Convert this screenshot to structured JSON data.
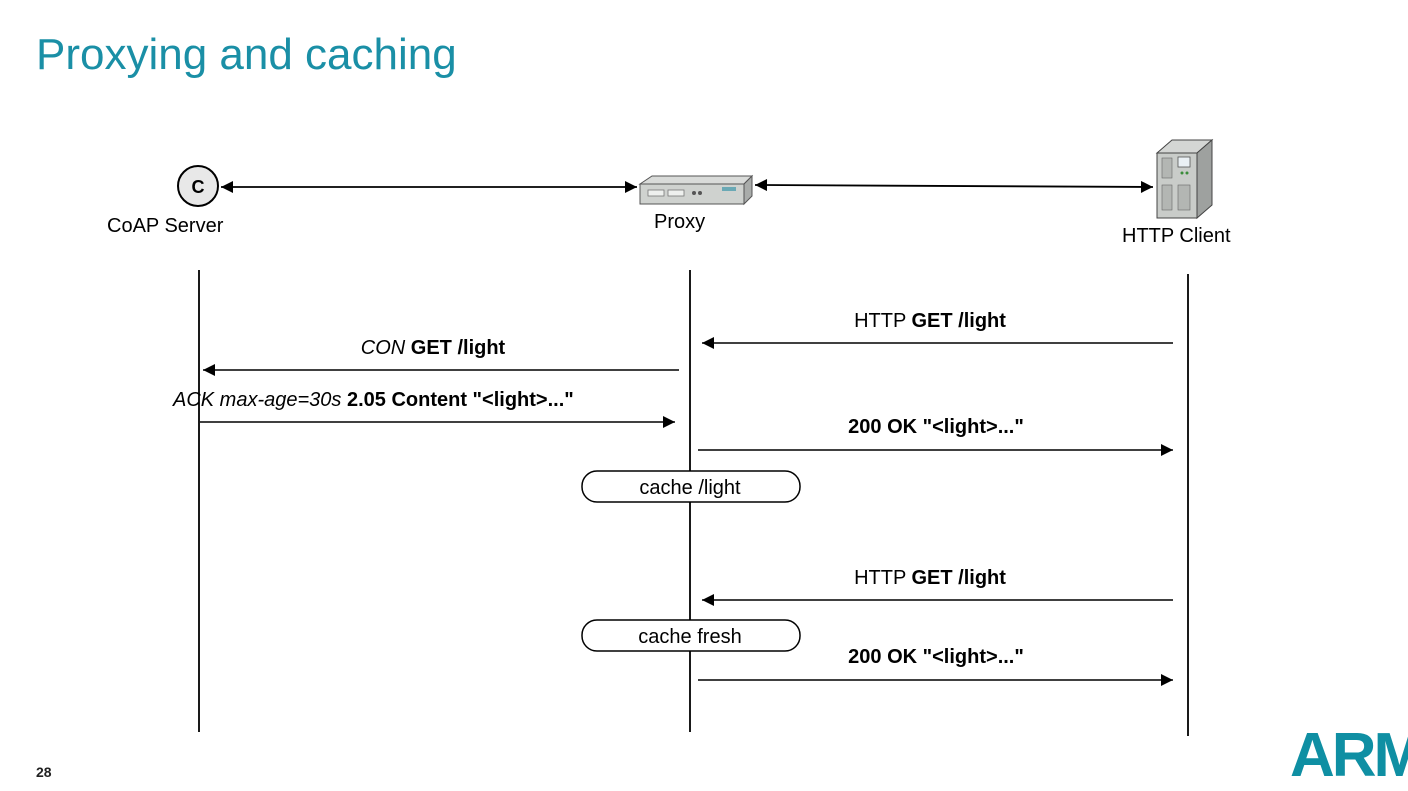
{
  "slide": {
    "title": "Proxying and caching",
    "page_number": "28",
    "logo_text": "ARM"
  },
  "participants": {
    "server": "CoAP Server",
    "server_icon_letter": "C",
    "proxy": "Proxy",
    "client": "HTTP Client"
  },
  "messages": {
    "m1_prefix": "HTTP",
    "m1_bold": "GET /light",
    "m2_italic": "CON",
    "m2_bold": "GET /light",
    "m3_italic": "ACK max-age=30s",
    "m3_bold": "2.05 Content \"<light>...\"",
    "m4_bold": "200 OK \"<light>...\"",
    "m5_prefix": "HTTP",
    "m5_bold": "GET /light",
    "m6_bold": "200 OK \"<light>...\""
  },
  "notes": {
    "cache_light": "cache /light",
    "cache_fresh": "cache fresh"
  },
  "colors": {
    "title": "#1a8fa6",
    "logo": "#0f8fa3"
  }
}
